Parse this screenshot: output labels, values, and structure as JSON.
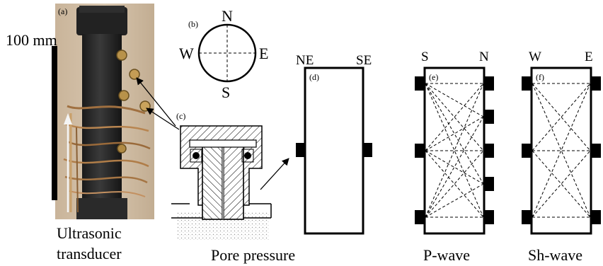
{
  "panels": {
    "a": "(a)",
    "b": "(b)",
    "c": "(c)",
    "d": "(d)",
    "e": "(e)",
    "f": "(f)"
  },
  "photo": {
    "scale_label": "100 mm",
    "caption_line1": "Ultrasonic",
    "caption_line2": "transducer"
  },
  "compass": {
    "north": "N",
    "south": "S",
    "west": "W",
    "east": "E"
  },
  "pore_pressure": {
    "caption": "Pore pressure",
    "left_label": "NE",
    "right_label": "SE"
  },
  "p_wave": {
    "caption": "P-wave",
    "left_label": "S",
    "right_label": "N"
  },
  "sh_wave": {
    "caption": "Sh-wave",
    "left_label": "W",
    "right_label": "E"
  }
}
